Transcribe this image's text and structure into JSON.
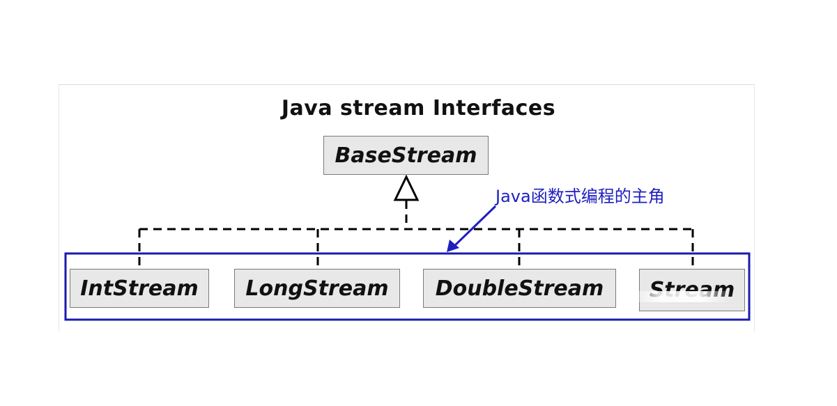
{
  "diagram": {
    "title": "Java stream Interfaces",
    "parent": {
      "label": "BaseStream"
    },
    "children": [
      {
        "label": "IntStream"
      },
      {
        "label": "LongStream"
      },
      {
        "label": "DoubleStream"
      },
      {
        "label": "Stream"
      }
    ],
    "annotation": "Java函数式编程的主角",
    "colors": {
      "node_fill": "#e8e8e8",
      "node_border": "#7a7a7a",
      "connector": "#000000",
      "highlight": "#1a1ab0",
      "annotation_text": "#1f1fbf"
    }
  }
}
